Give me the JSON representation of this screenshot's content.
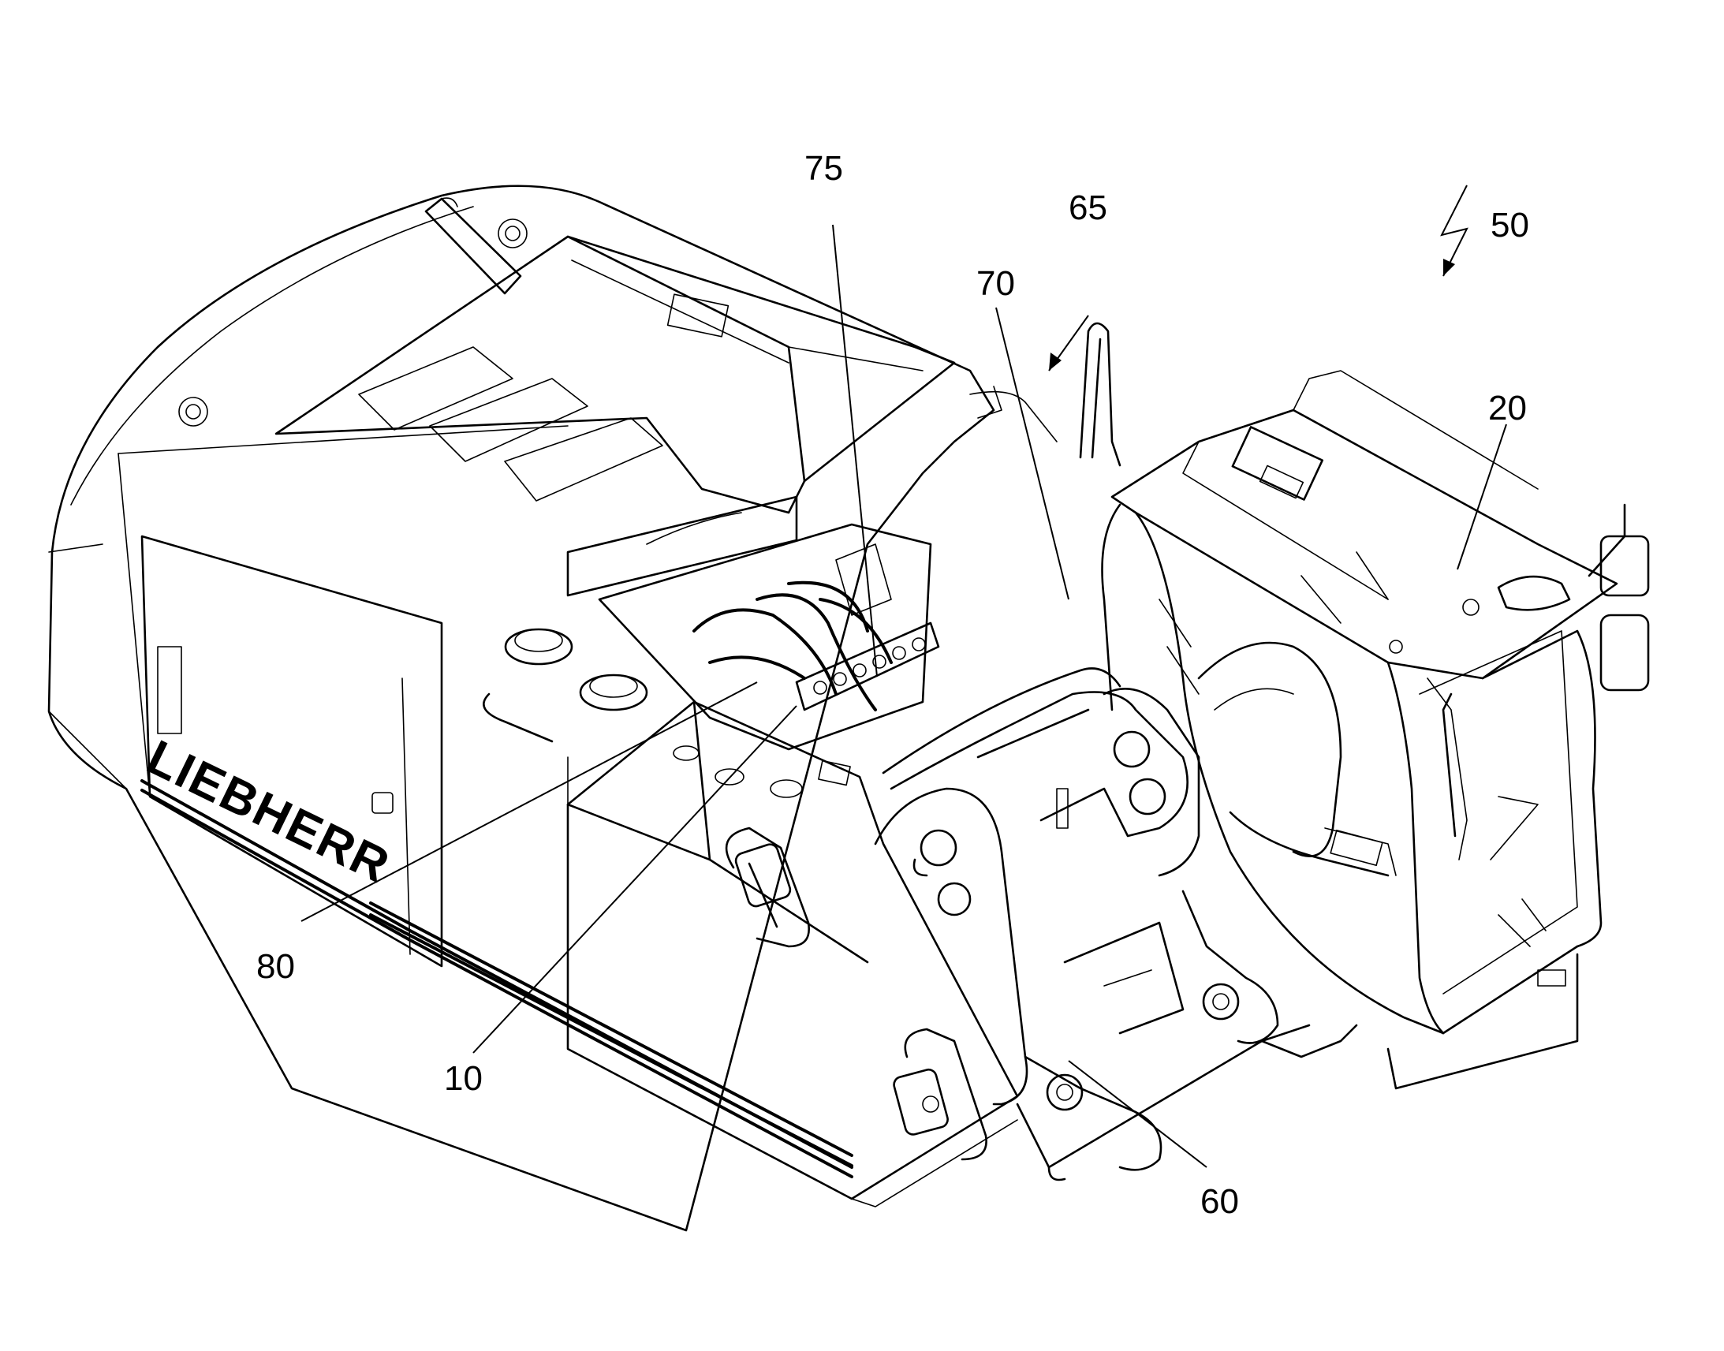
{
  "brand_text": "LIEBHERR",
  "reference_numerals": {
    "r75": "75",
    "r65": "65",
    "r50": "50",
    "r70": "70",
    "r20": "20",
    "r80": "80",
    "r10": "10",
    "r60": "60"
  }
}
